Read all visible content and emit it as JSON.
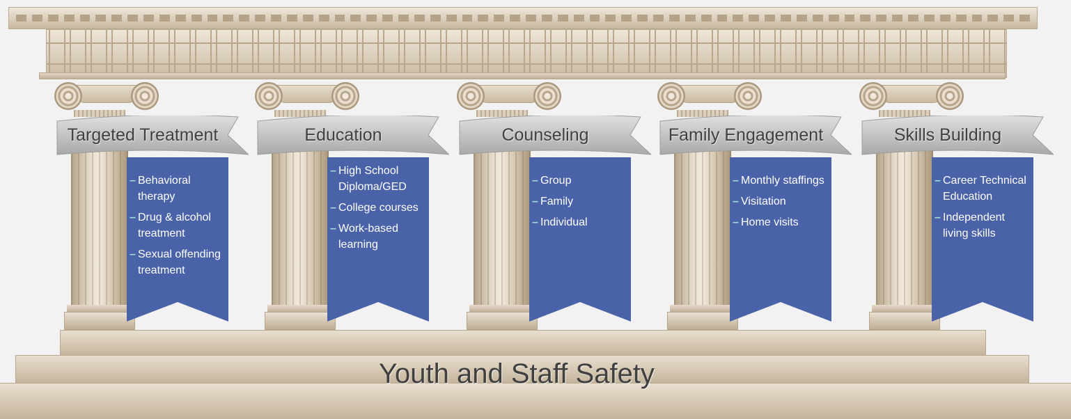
{
  "pillars": [
    {
      "title": "Targeted Treatment",
      "items": [
        "Behavioral therapy",
        "Drug & alcohol treatment",
        "Sexual offending treatment"
      ]
    },
    {
      "title": "Education",
      "items": [
        "High School Diploma/GED",
        "College courses",
        "Work-based learning"
      ]
    },
    {
      "title": "Counseling",
      "items": [
        "Group",
        "Family",
        "Individual"
      ]
    },
    {
      "title": "Family Engagement",
      "items": [
        "Monthly staffings",
        "Visitation",
        "Home visits"
      ]
    },
    {
      "title": "Skills Building",
      "items": [
        "Career Technical Education",
        "Independent living skills"
      ]
    }
  ],
  "foundation": {
    "title": "Youth and Staff Safety"
  },
  "colors": {
    "ribbon": "#4a63a8",
    "banner": "#c9c9c9",
    "stone": "#d8cbb6",
    "bullet": "#9fe0d6",
    "title_text": "#404040"
  }
}
